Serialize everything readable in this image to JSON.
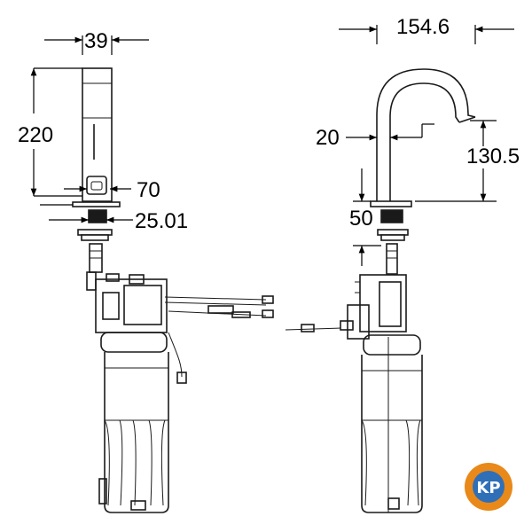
{
  "dimensions": {
    "left_view": {
      "body_width": "39",
      "height": "220",
      "base_offset": "70",
      "base_thickness": "25.01"
    },
    "right_view": {
      "spout_reach": "154.6",
      "spout_diameter": "20",
      "outlet_height": "130.5",
      "base_height": "50"
    }
  },
  "logo": {
    "text": "KP",
    "colors": {
      "ring": "#e8891a",
      "center": "#2f6fb8",
      "text": "#ffffff"
    }
  },
  "colors": {
    "line": "#1a1a1a",
    "dimension": "#000000",
    "background": "#ffffff"
  }
}
